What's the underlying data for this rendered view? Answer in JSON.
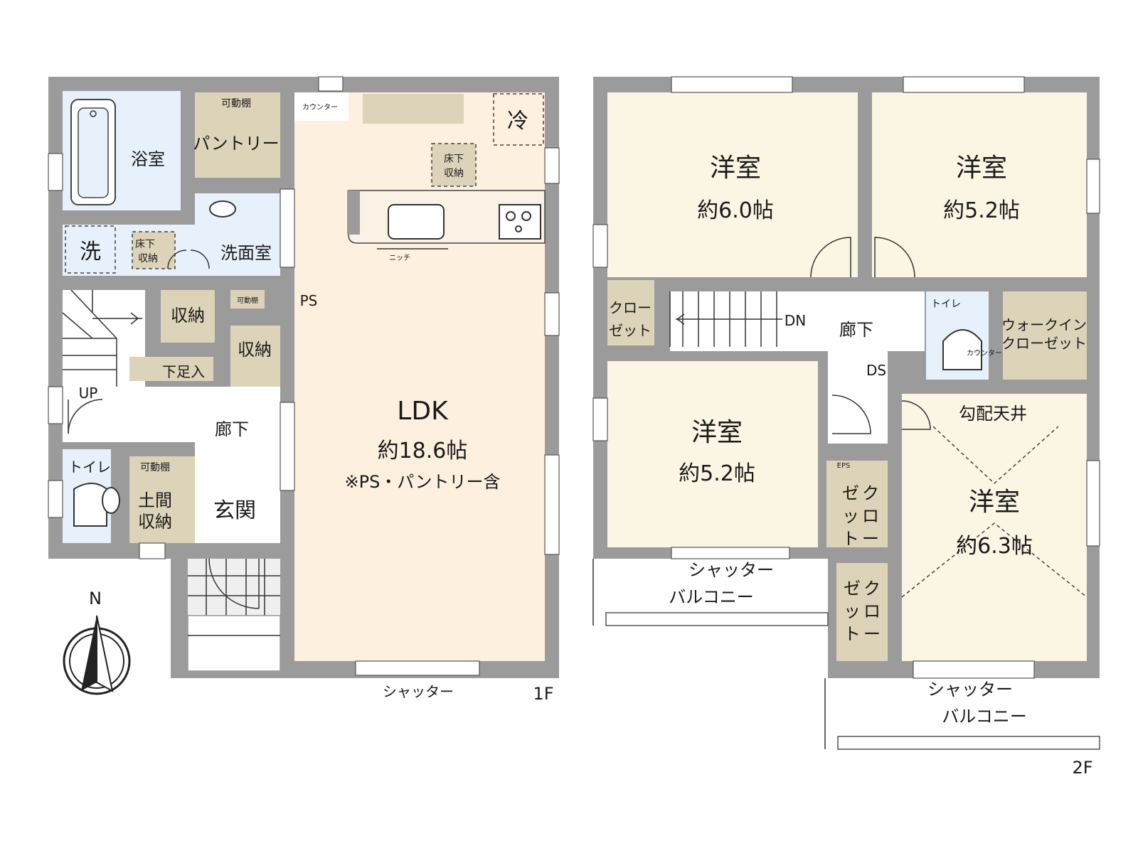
{
  "floor1": {
    "floor_label": "1F",
    "bath": "浴室",
    "pantry_shelf": "可動棚",
    "pantry": "パントリー",
    "counter": "カウンター",
    "fridge": "冷",
    "underfloor_kitchen": [
      "床下",
      "収納"
    ],
    "washer": "洗",
    "underfloor_wash": [
      "床下",
      "収納"
    ],
    "washroom": "洗面室",
    "niche": "ニッチ",
    "storage1": "収納",
    "shelf2": "可動棚",
    "ps": "PS",
    "storage2": "収納",
    "shoe": "下足入",
    "up": "UP",
    "hall": "廊下",
    "toilet": "トイレ",
    "doma_shelf": "可動棚",
    "doma_storage": [
      "土間",
      "収納"
    ],
    "entrance": "玄関",
    "ldk": "LDK",
    "ldk_size": "約18.6帖",
    "ldk_note": "※PS・パントリー含",
    "shutter": "シャッター"
  },
  "floor2": {
    "floor_label": "2F",
    "room_a": "洋室",
    "room_a_size": "約6.0帖",
    "room_b": "洋室",
    "room_b_size": "約5.2帖",
    "closet_a": [
      "クロー",
      "ゼット"
    ],
    "dn": "DN",
    "hall": "廊下",
    "toilet": "トイレ",
    "counter": "カウンター",
    "walkin": [
      "ウォークイン",
      "クローゼット"
    ],
    "ds": "DS",
    "sloped": "勾配天井",
    "room_c": "洋室",
    "room_c_size": "約5.2帖",
    "eps": "EPS",
    "closet_b": [
      "ク",
      "ロ",
      "ー",
      "ゼ",
      "ッ",
      "ト"
    ],
    "room_d": "洋室",
    "room_d_size": "約6.3帖",
    "shutter1": "シャッター",
    "balcony1": "バルコニー",
    "closet_c": [
      "ク",
      "ロ",
      "ー",
      "ゼ",
      "ッ",
      "ト"
    ],
    "shutter2": "シャッター",
    "balcony2": "バルコニー"
  },
  "compass": {
    "north": "N"
  }
}
